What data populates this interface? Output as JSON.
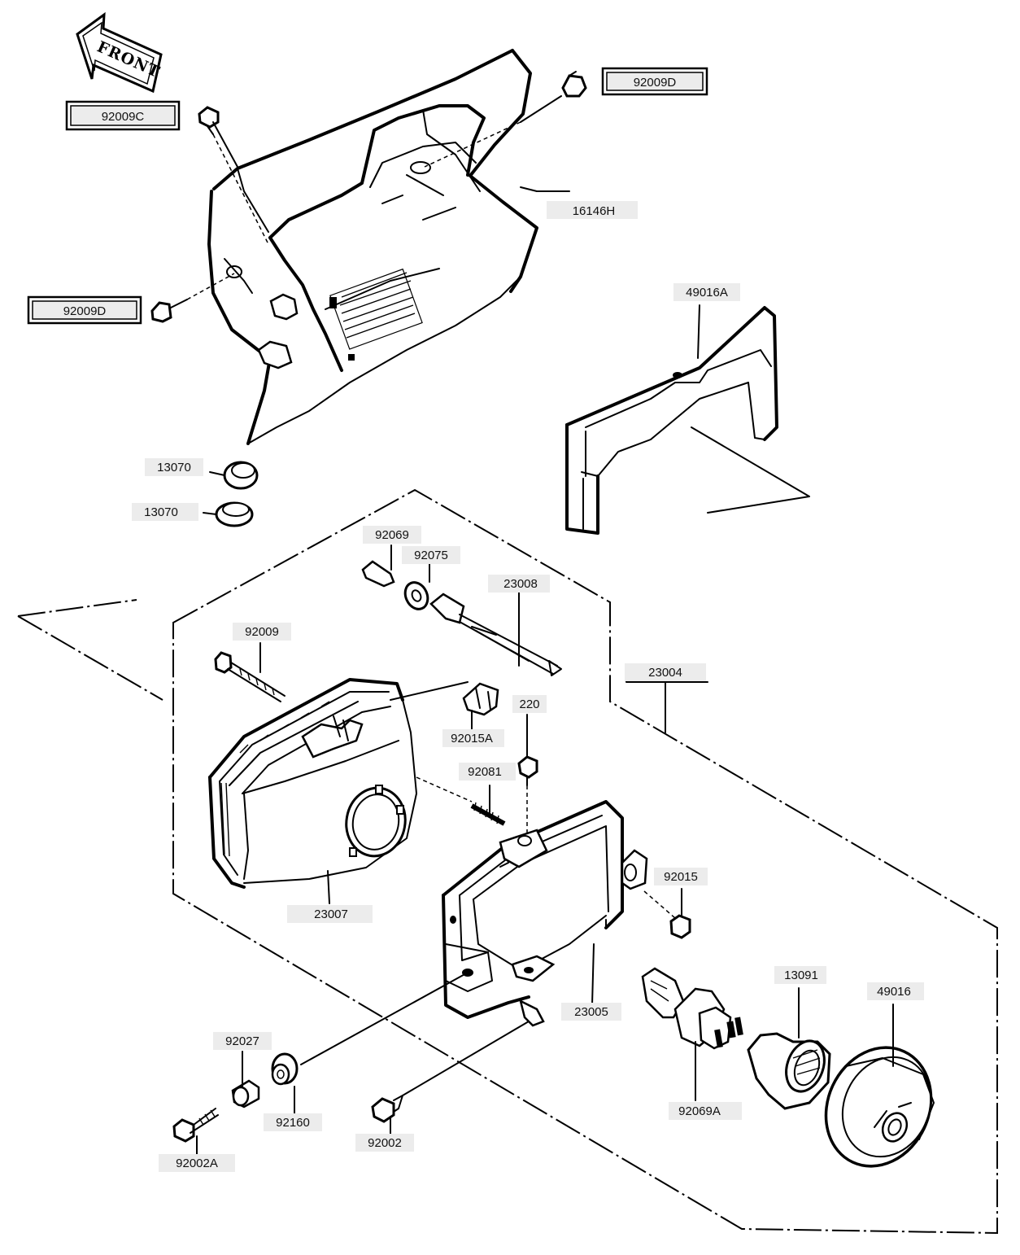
{
  "diagram": {
    "front_arrow_text": "FRONT",
    "parts": {
      "p_92009C": "92009C",
      "p_92009D_top": "92009D",
      "p_16146H": "16146H",
      "p_92009D_left": "92009D",
      "p_49016A": "49016A",
      "p_13070_a": "13070",
      "p_13070_b": "13070",
      "p_92069": "92069",
      "p_92075": "92075",
      "p_23008": "23008",
      "p_92009": "92009",
      "p_23004": "23004",
      "p_220": "220",
      "p_92015A": "92015A",
      "p_92081": "92081",
      "p_92015": "92015",
      "p_23007": "23007",
      "p_13091": "13091",
      "p_49016": "49016",
      "p_23005": "23005",
      "p_92027": "92027",
      "p_92160": "92160",
      "p_92002": "92002",
      "p_92002A": "92002A",
      "p_92069A": "92069A"
    }
  }
}
